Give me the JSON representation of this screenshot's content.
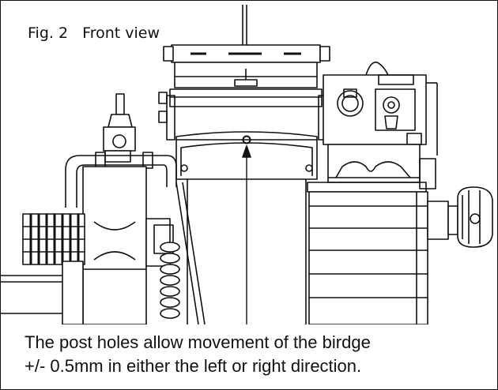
{
  "figure": {
    "label": "Fig. 2   Front view"
  },
  "caption": {
    "line1": "The post holes allow movement of the birdge",
    "line2": "+/- 0.5mm in either the left or right direction."
  }
}
